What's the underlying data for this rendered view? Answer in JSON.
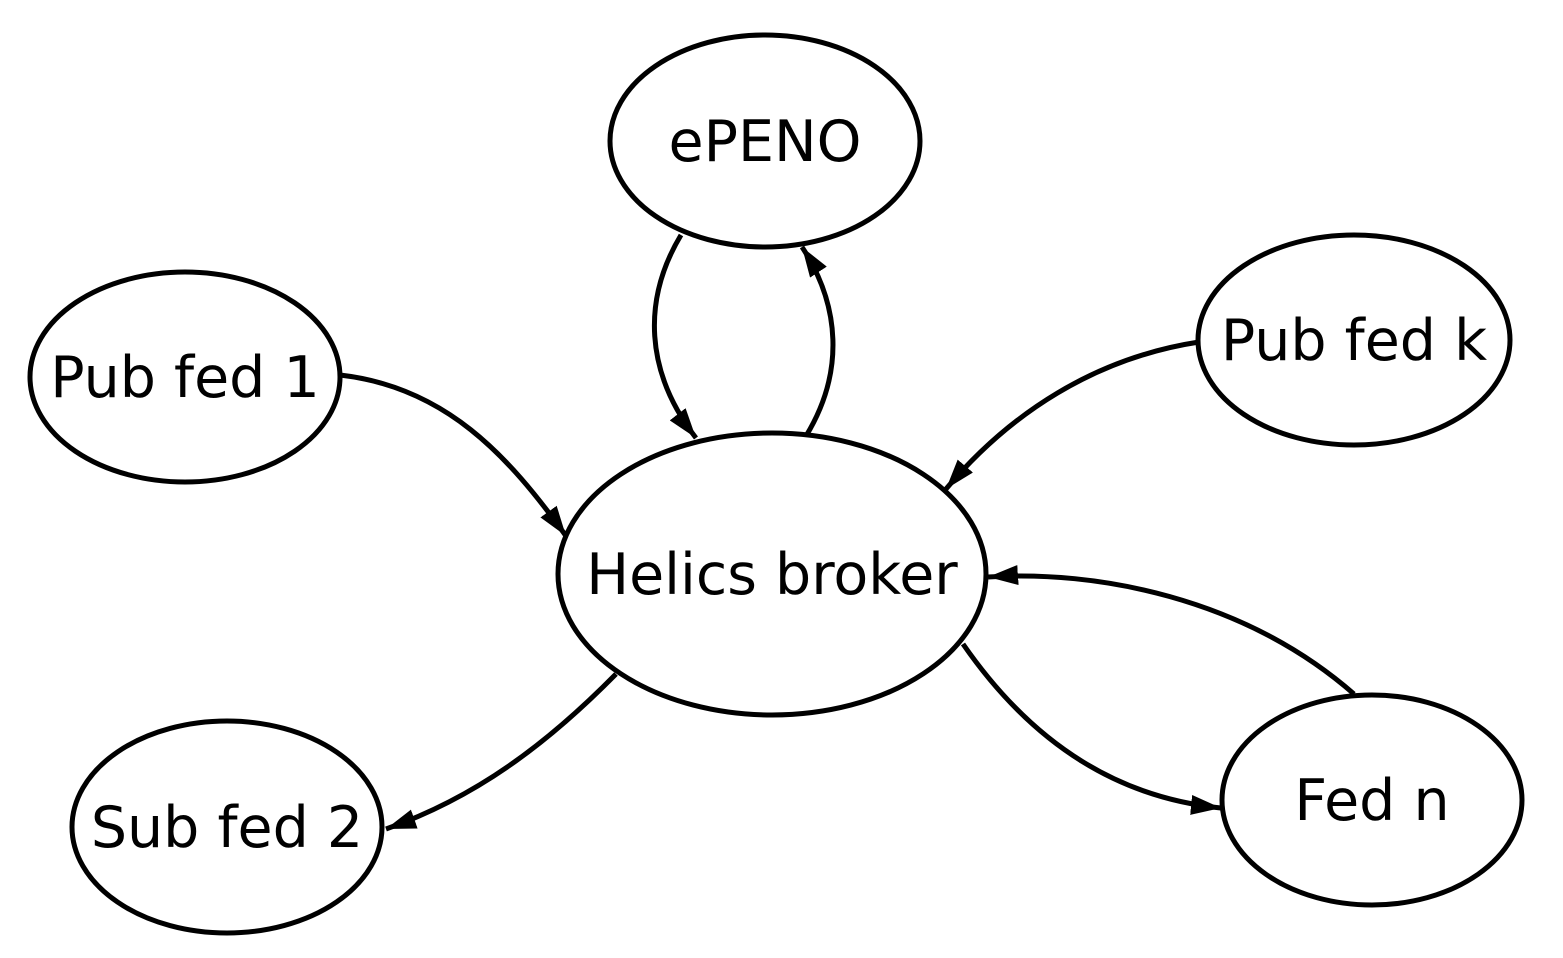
{
  "diagram": {
    "type": "node-link-graph",
    "background_color": "#ffffff",
    "line_color": "#000000",
    "text_color": "#000000",
    "nodes": {
      "epeno": {
        "label": "ePENO"
      },
      "pub_fed_1": {
        "label": "Pub fed 1"
      },
      "pub_fed_k": {
        "label": "Pub fed k"
      },
      "sub_fed_2": {
        "label": "Sub fed 2"
      },
      "fed_n": {
        "label": "Fed n"
      },
      "helics_broker": {
        "label": "Helics broker"
      }
    },
    "edges": [
      {
        "from": "ePENO",
        "to": "Helics broker"
      },
      {
        "from": "Helics broker",
        "to": "ePENO"
      },
      {
        "from": "Pub fed 1",
        "to": "Helics broker"
      },
      {
        "from": "Pub fed k",
        "to": "Helics broker"
      },
      {
        "from": "Helics broker",
        "to": "Sub fed 2"
      },
      {
        "from": "Fed n",
        "to": "Helics broker"
      },
      {
        "from": "Helics broker",
        "to": "Fed n"
      }
    ]
  }
}
